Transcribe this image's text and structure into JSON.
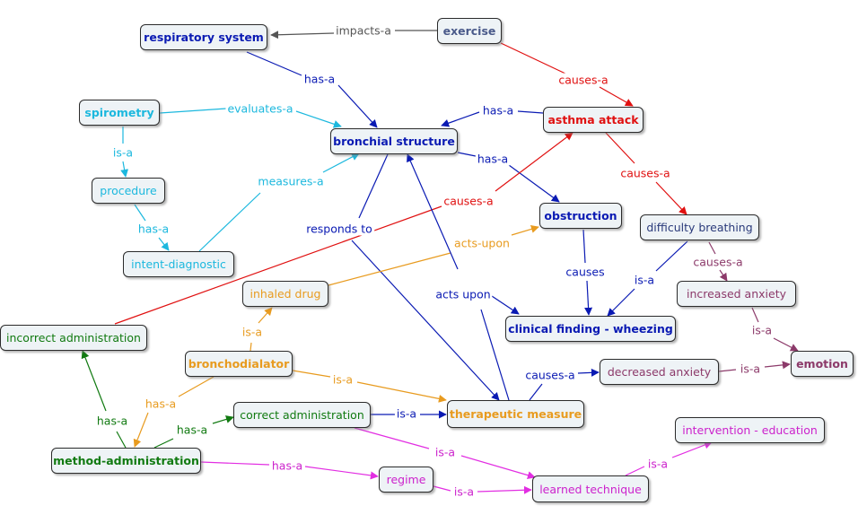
{
  "colors": {
    "dark_blue": "#0a1ab3",
    "blue": "#0000cc",
    "red": "#e01010",
    "cyan": "#1cb8de",
    "orange": "#e89b1f",
    "green": "#117a11",
    "magenta": "#e22ee2",
    "plum": "#8c3a6a",
    "slate": "#4a5a8a",
    "gray": "#555555"
  },
  "nodes": {
    "respiratory_system": "respiratory system",
    "exercise": "exercise",
    "spirometry": "spirometry",
    "bronchial_structure": "bronchial structure",
    "asthma_attack": "asthma attack",
    "procedure": "procedure",
    "obstruction": "obstruction",
    "difficulty_breathing": "difficulty breathing",
    "intent_diagnostic": "intent-diagnostic",
    "inhaled_drug": "inhaled drug",
    "increased_anxiety": "increased anxiety",
    "clinical_finding_wheezing": "clinical finding - wheezing",
    "incorrect_administration": "incorrect administration",
    "bronchodialator": "bronchodialator",
    "emotion": "emotion",
    "decreased_anxiety": "decreased anxiety",
    "correct_administration": "correct administration",
    "therapeutic_measure": "therapeutic measure",
    "intervention_education": "intervention - education",
    "method_administration": "method-administration",
    "regime": "regime",
    "learned_technique": "learned technique"
  },
  "links": {
    "impacts_a": "impacts-a",
    "causes_a_exercise": "causes-a",
    "has_a_resp": "has-a",
    "has_a_asthma": "has-a",
    "evaluates_a": "evaluates-a",
    "causes_a_asthma": "causes-a",
    "is_a_spiro": "is-a",
    "has_a_bronch": "has-a",
    "measures_a": "measures-a",
    "has_a_proc": "has-a",
    "causes_a_incorrect": "causes-a",
    "responds_to": "responds to",
    "acts_upon_inhaled": "acts-upon",
    "causes_a_diff": "causes-a",
    "causes_obstruction": "causes",
    "is_a_diff": "is-a",
    "acts_upon_therapeutic": "acts upon",
    "is_a_anxiety": "is-a",
    "is_a_inhaled": "is-a",
    "is_a_bronchodialator": "is-a",
    "causes_a_therapeutic": "causes-a",
    "is_a_decreased": "is-a",
    "has_a_bronchodialator": "has-a",
    "has_a_method_incorrect": "has-a",
    "has_a_method_correct": "has-a",
    "is_a_correct": "is-a",
    "is_a_correct_learned": "is-a",
    "is_a_learned": "is-a",
    "has_a_method_regime": "has-a",
    "is_a_regime": "is-a"
  }
}
